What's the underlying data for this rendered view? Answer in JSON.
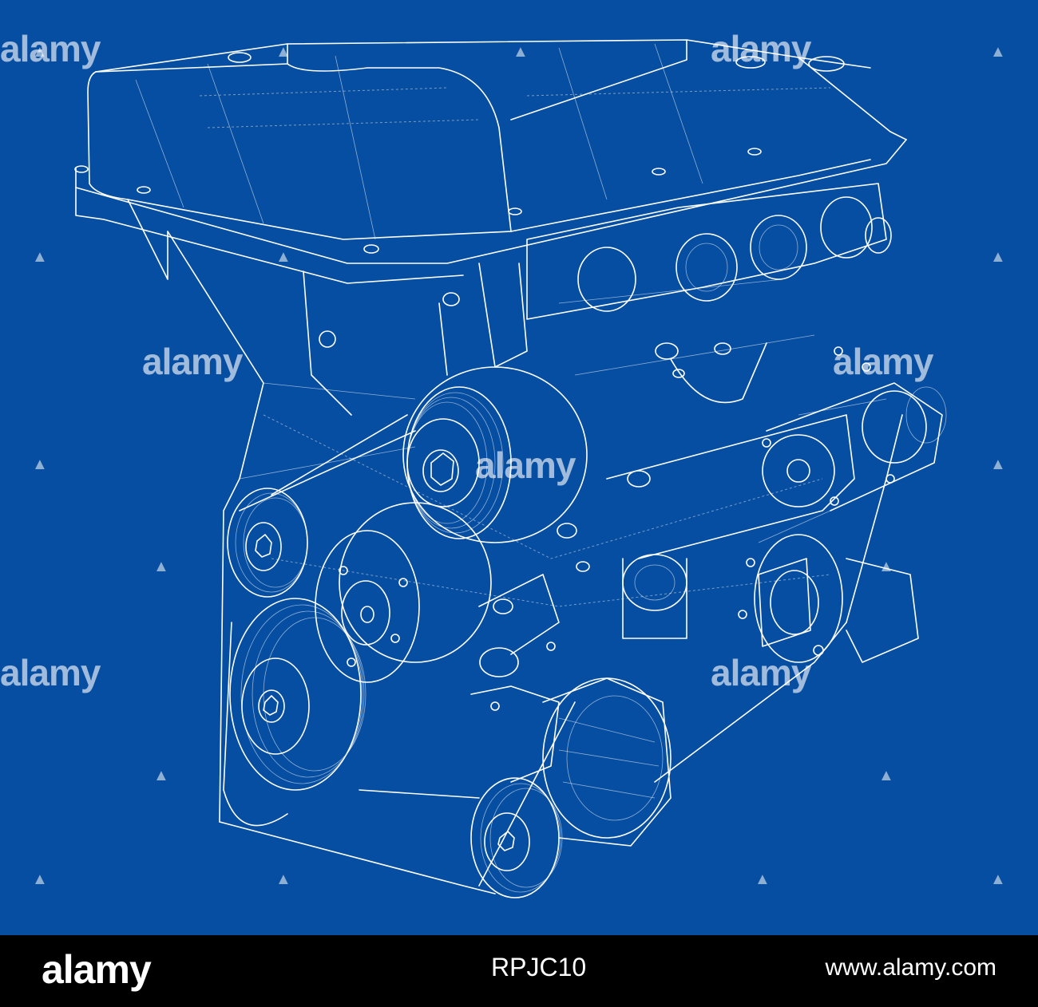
{
  "watermark": {
    "text": "alamy",
    "mark_glyph": "▲"
  },
  "footer": {
    "logo": "alamy",
    "image_id": "RPJC10",
    "url": "www.alamy.com"
  },
  "colors": {
    "background": "#064ea1",
    "lines": "#ffffff",
    "footer_bar": "#000000"
  }
}
